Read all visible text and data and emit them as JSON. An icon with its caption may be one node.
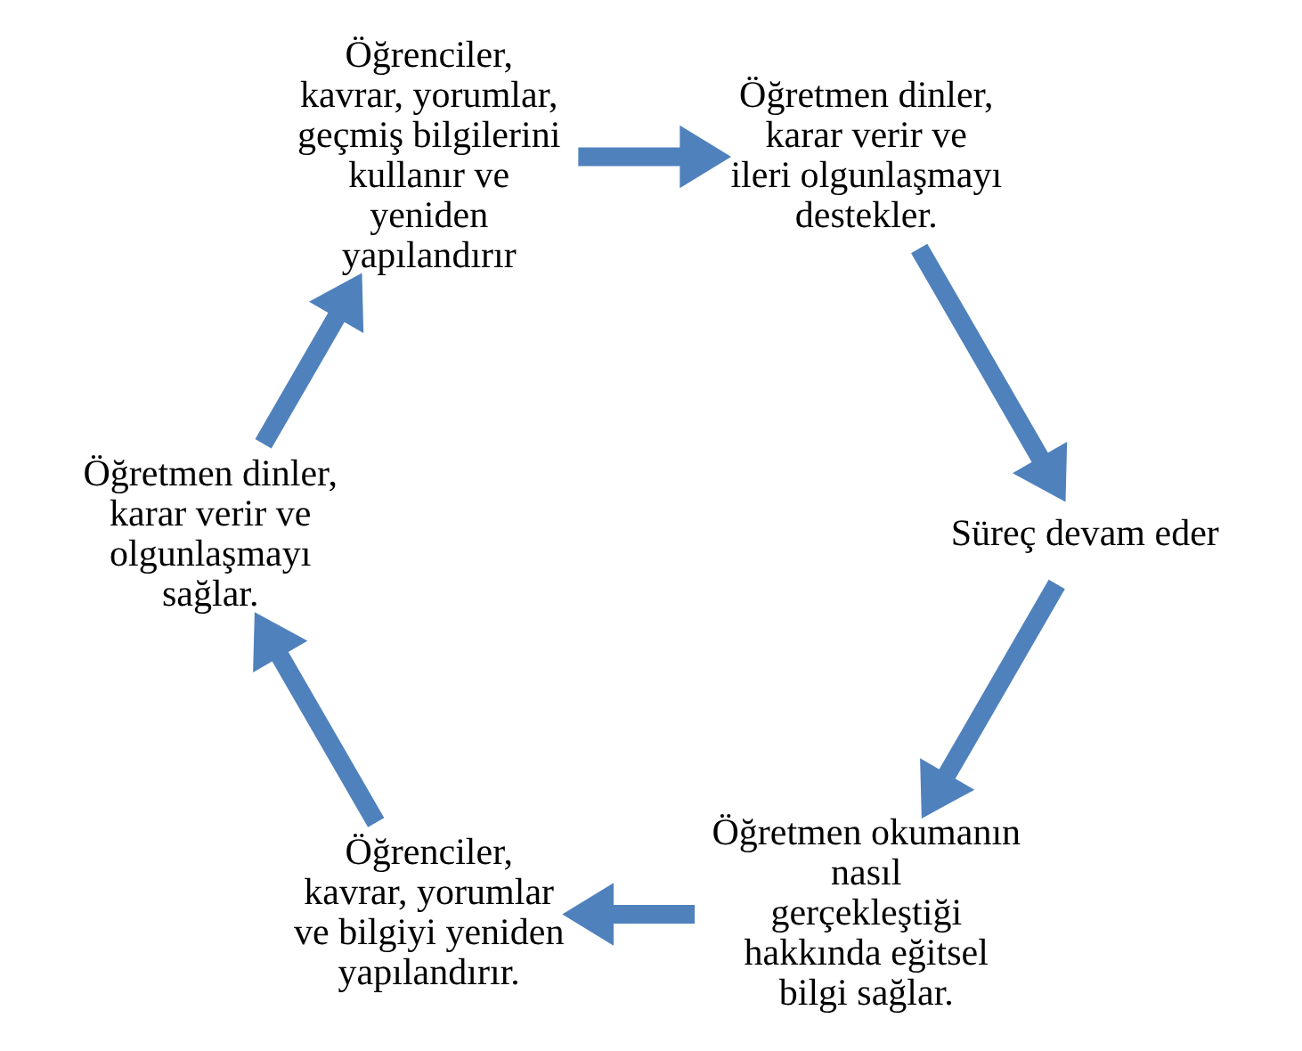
{
  "diagram": {
    "nodes": [
      {
        "text": [
          "Öğretmen okumanın nasıl gerçekleştiği hakkında eğitsel bilgi sağlar."
        ]
      },
      {
        "text": [
          "Öğrenciler, kavrar, yorumlar ve bilgiyi yeniden yapılandırır."
        ]
      },
      {
        "text": [
          "Öğretmen dinler, karar verir ve olgunlaşmayı sağlar."
        ]
      },
      {
        "text": [
          "Öğrenciler, kavrar, yorumlar, geçmiş bilgilerini kullanır ve yeniden yapılandırır"
        ]
      },
      {
        "text": [
          "Öğretmen dinler, karar verir ve ileri olgunlaşmayı destekler."
        ]
      },
      {
        "text": [
          "Süreç devam eder"
        ]
      }
    ],
    "edges": [
      {
        "from": 0,
        "to": 1,
        "arrow": "to"
      },
      {
        "from": 1,
        "to": 2,
        "arrow": "to"
      },
      {
        "from": 2,
        "to": 3,
        "arrow": "to"
      },
      {
        "from": 3,
        "to": 4,
        "arrow": "to"
      },
      {
        "from": 4,
        "to": 5,
        "arrow": "to"
      },
      {
        "from": 5,
        "to": 0,
        "arrow": "to"
      }
    ]
  }
}
